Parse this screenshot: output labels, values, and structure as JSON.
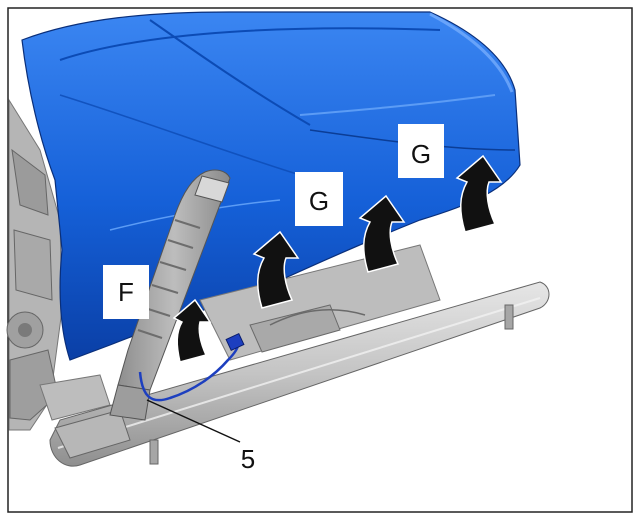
{
  "figure": {
    "labels": {
      "f": "F",
      "g_left": "G",
      "g_right": "G",
      "callout_5": "5"
    },
    "colors": {
      "cushion": "#1560d8",
      "cushion_dark": "#0a3fa6",
      "cushion_light": "#3e86f0",
      "metal": "#c9c9c9",
      "metal_dark": "#9a9a9a",
      "frame_gray": "#b3b3b3",
      "arrow_black": "#111111",
      "wire_blue": "#1d3fbf"
    },
    "icons": [
      "lift-arrow-icon"
    ]
  }
}
